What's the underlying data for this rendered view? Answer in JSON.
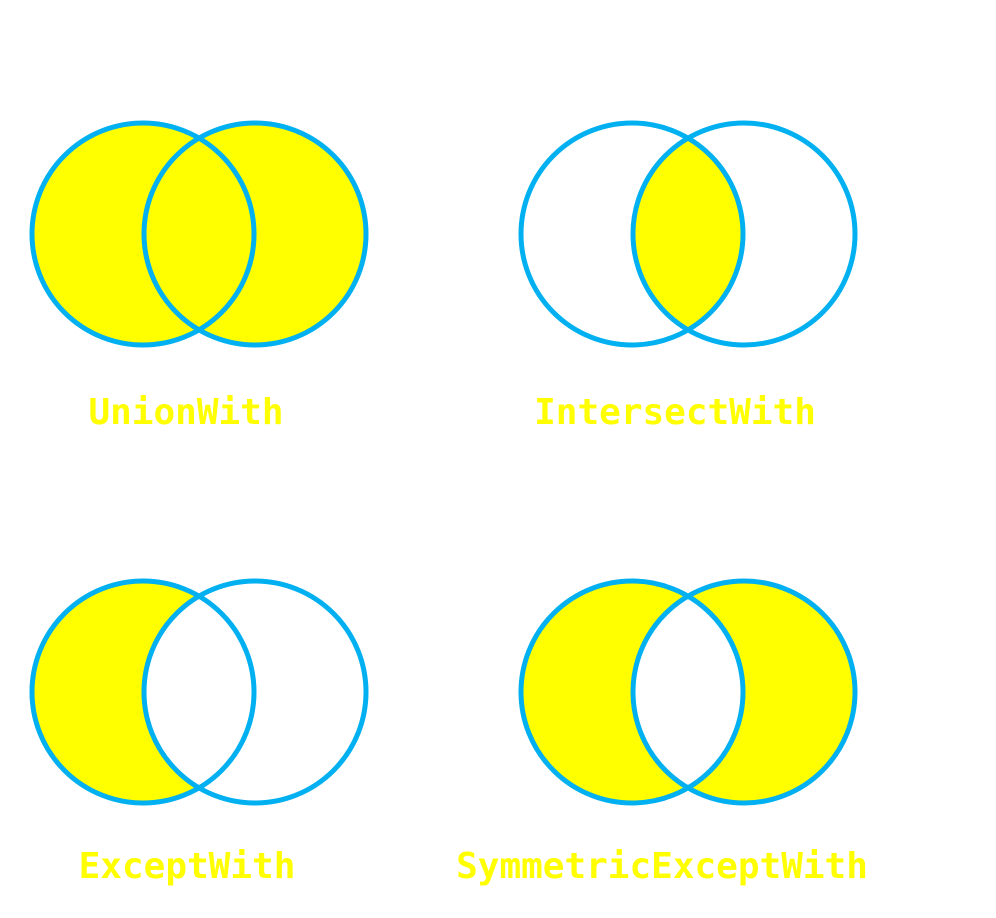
{
  "colors": {
    "fill": "#FFFF00",
    "stroke": "#00B0F0",
    "background": "#FFFFFF",
    "label": "#FFFF00"
  },
  "diagrams": [
    {
      "operation": "union",
      "label": "UnionWith"
    },
    {
      "operation": "intersect",
      "label": "IntersectWith"
    },
    {
      "operation": "except",
      "label": "ExceptWith"
    },
    {
      "operation": "symmetric-except",
      "label": "SymmetricExceptWith"
    }
  ]
}
